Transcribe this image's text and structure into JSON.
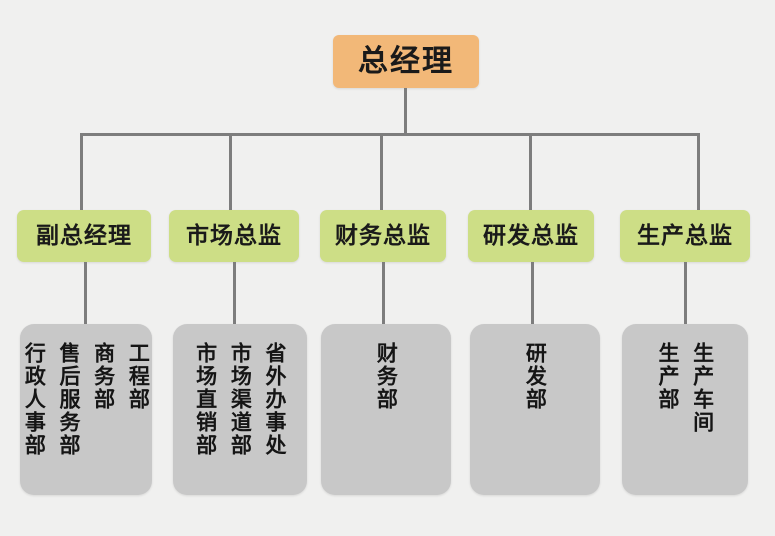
{
  "chart_data": {
    "type": "diagram",
    "subtype": "organizational-chart",
    "title": "",
    "orientation": "top-down",
    "colors": {
      "background": "#f0f0ef",
      "root_box": "#f2b878",
      "director_box": "#cdde86",
      "department_box": "#c8c8c8",
      "connector": "#7d7d7d",
      "text": "#1a1a1a"
    },
    "levels": 3
  },
  "root": {
    "label": "总经理"
  },
  "directors": [
    {
      "label": "副总经理"
    },
    {
      "label": "市场总监"
    },
    {
      "label": "财务总监"
    },
    {
      "label": "研发总监"
    },
    {
      "label": "生产总监"
    }
  ],
  "departments": [
    {
      "parent": "副总经理",
      "columns": [
        "工程部",
        "商务部",
        "售后服务部",
        "行政人事部"
      ]
    },
    {
      "parent": "市场总监",
      "columns": [
        "省外办事处",
        "市场渠道部",
        "市场直销部"
      ]
    },
    {
      "parent": "财务总监",
      "columns": [
        "财务部"
      ]
    },
    {
      "parent": "研发总监",
      "columns": [
        "研发部"
      ]
    },
    {
      "parent": "生产总监",
      "columns": [
        "生产车间",
        "生产部"
      ]
    }
  ]
}
